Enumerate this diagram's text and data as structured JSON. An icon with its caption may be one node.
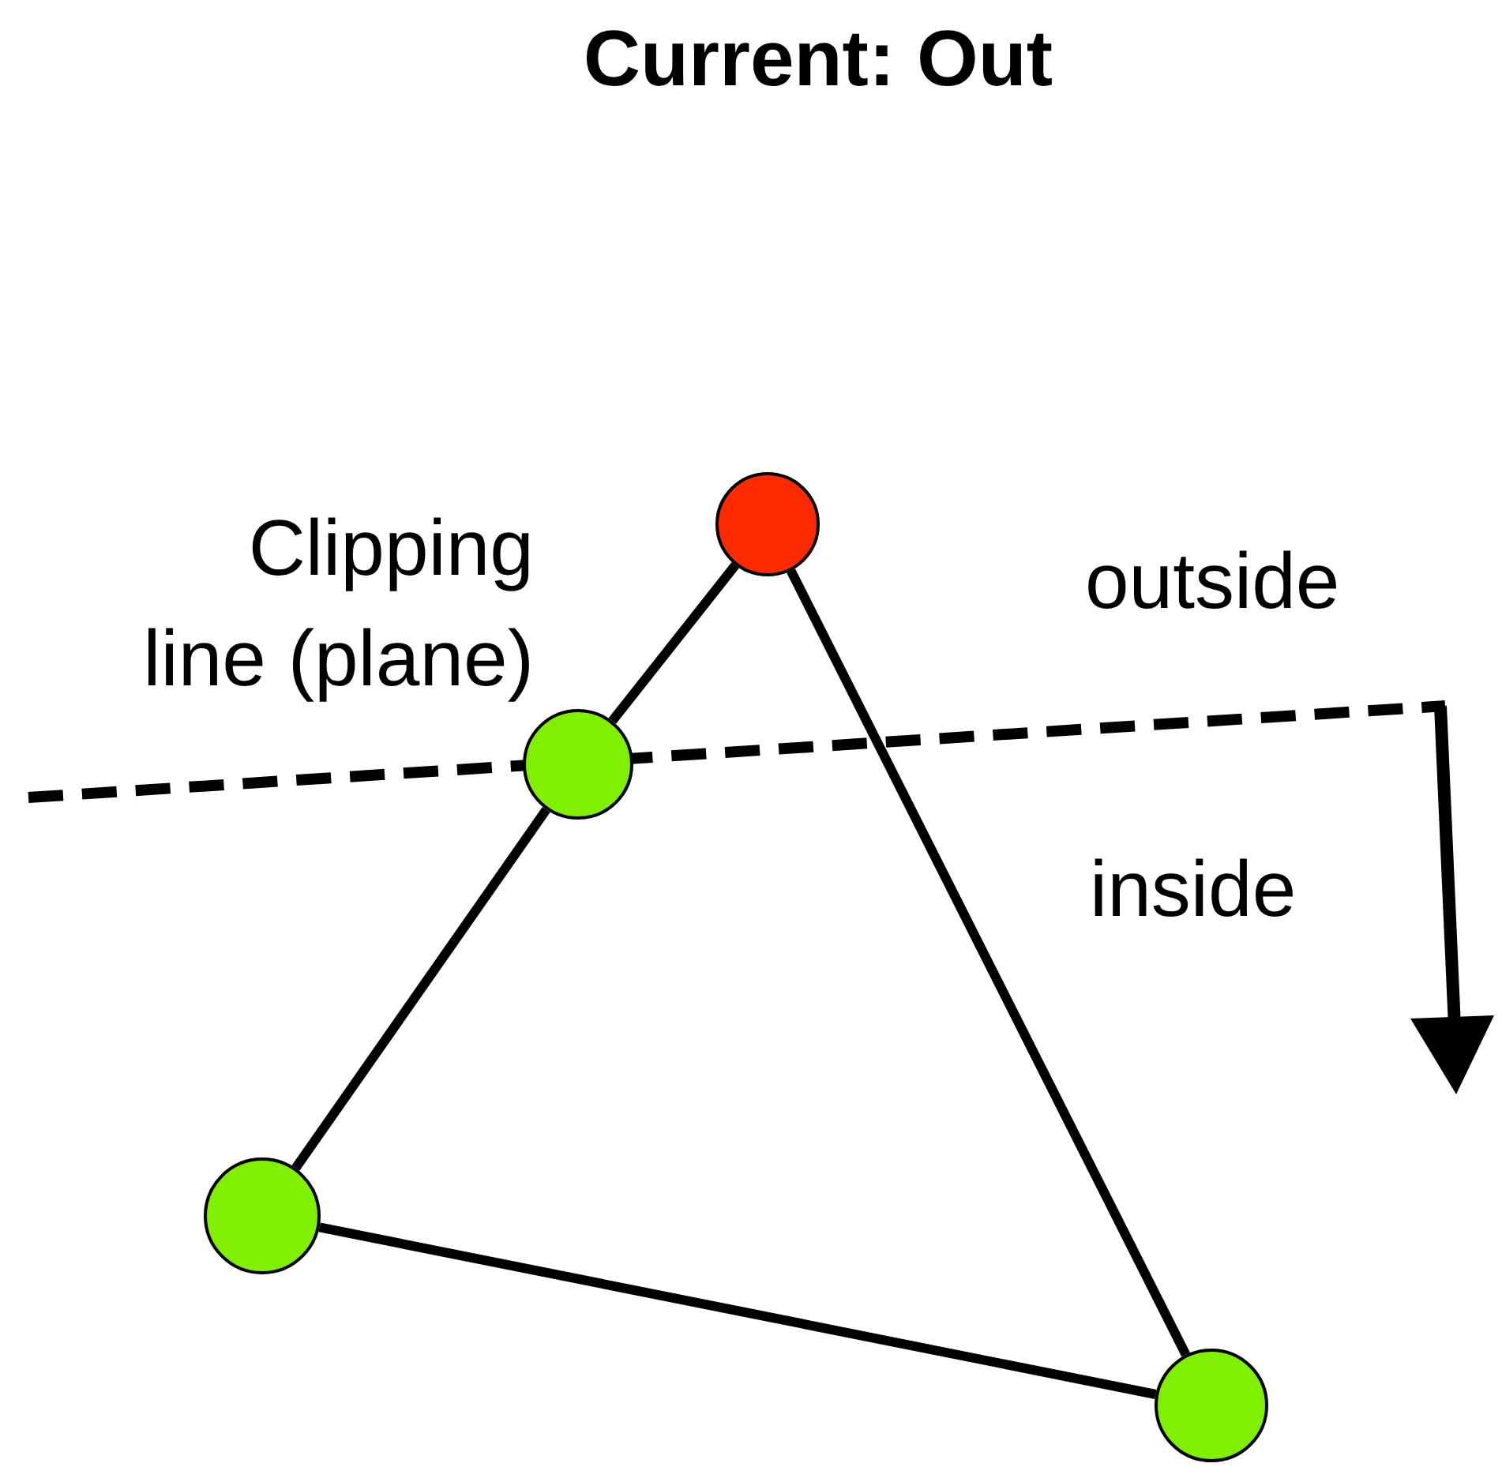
{
  "diagram": {
    "title": "Current: Out",
    "nodes": [
      {
        "text": [],
        "shape": "circle"
      },
      {
        "text": [],
        "shape": "circle"
      },
      {
        "text": [],
        "shape": "circle"
      },
      {
        "text": [],
        "shape": "circle"
      }
    ],
    "edges": [
      {
        "from": 0,
        "to": 1,
        "arrow": "none"
      },
      {
        "from": 1,
        "to": 2,
        "arrow": "none"
      },
      {
        "from": 2,
        "to": 3,
        "arrow": "none"
      },
      {
        "from": 3,
        "to": 0,
        "arrow": "none"
      }
    ],
    "labels": [
      "Clipping line (plane)",
      "outside",
      "inside"
    ]
  }
}
